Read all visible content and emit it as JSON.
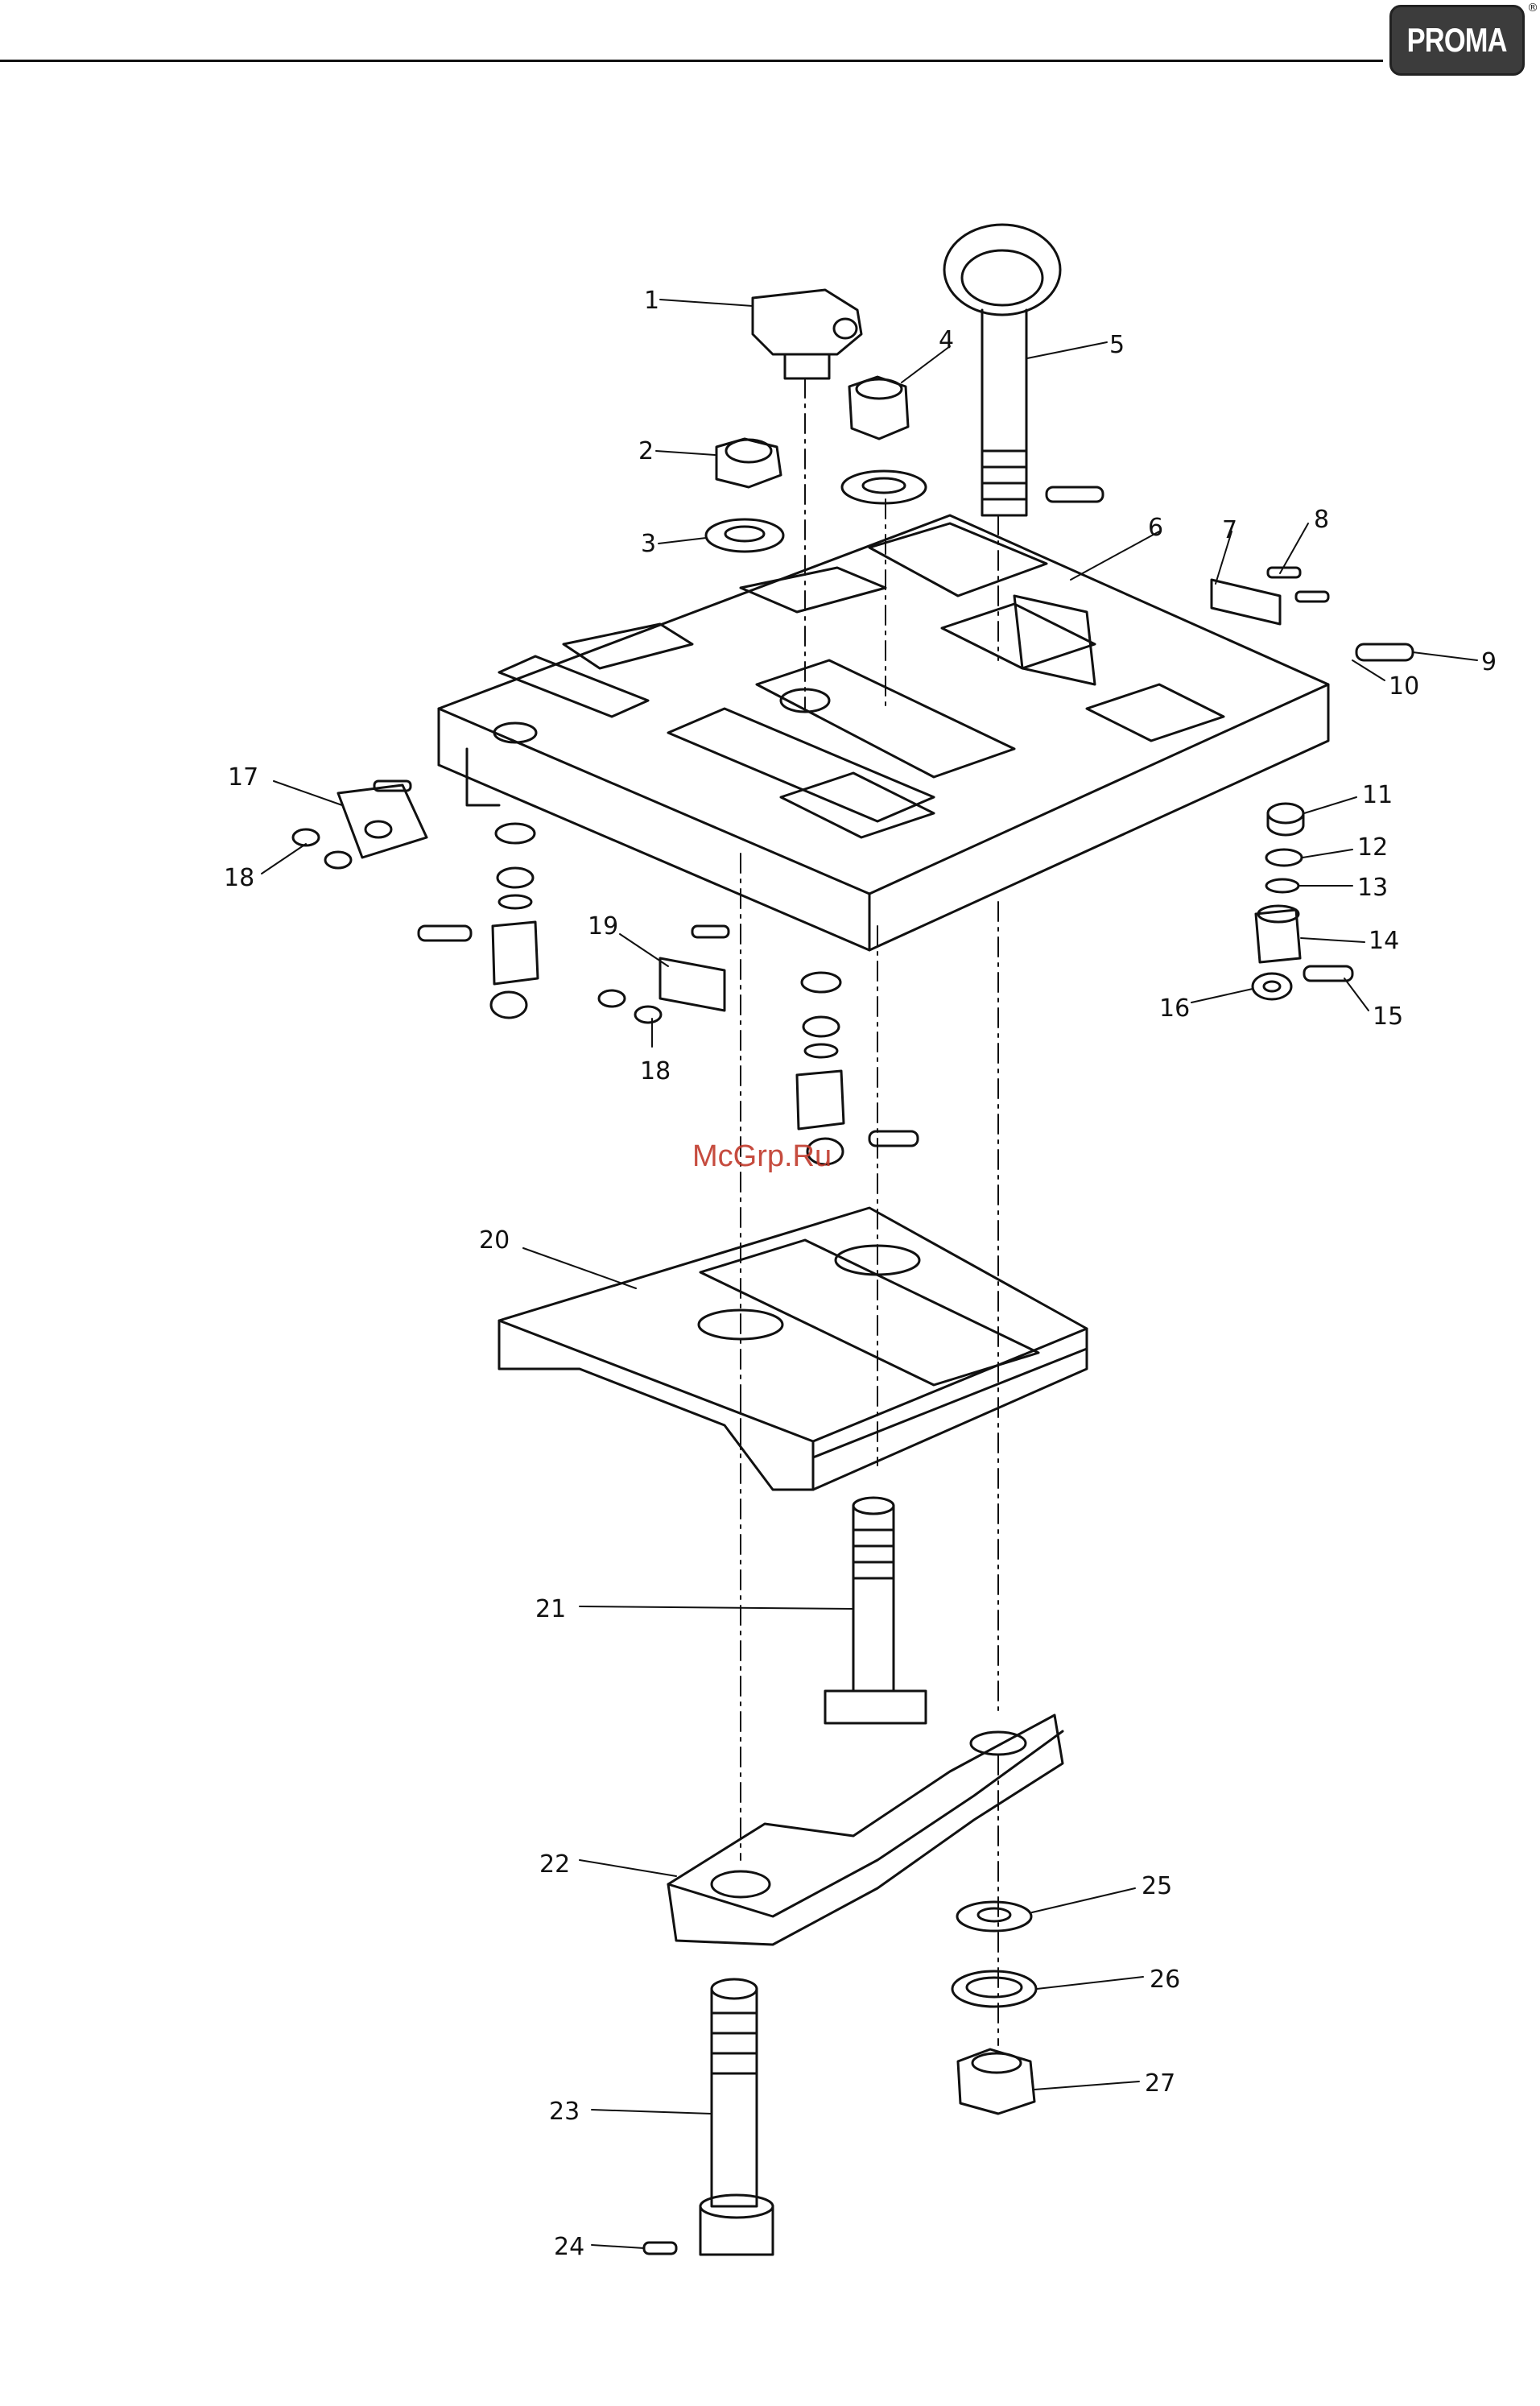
{
  "header": {
    "logo_text": "PROMA",
    "logo_mark": "®"
  },
  "watermark": "McGrp.Ru",
  "callouts": {
    "c1": "1",
    "c2": "2",
    "c3": "3",
    "c4": "4",
    "c5": "5",
    "c6": "6",
    "c7": "7",
    "c8": "8",
    "c9": "9",
    "c10": "10",
    "c11": "11",
    "c12": "12",
    "c13": "13",
    "c14": "14",
    "c15": "15",
    "c16": "16",
    "c17": "17",
    "c18a": "18",
    "c18b": "18",
    "c19": "19",
    "c20": "20",
    "c21": "21",
    "c22": "22",
    "c23": "23",
    "c24": "24",
    "c25": "25",
    "c26": "26",
    "c27": "27"
  },
  "colors": {
    "ink": "#111111",
    "watermark": "#c0392b",
    "badge": "#3c3c3c"
  }
}
